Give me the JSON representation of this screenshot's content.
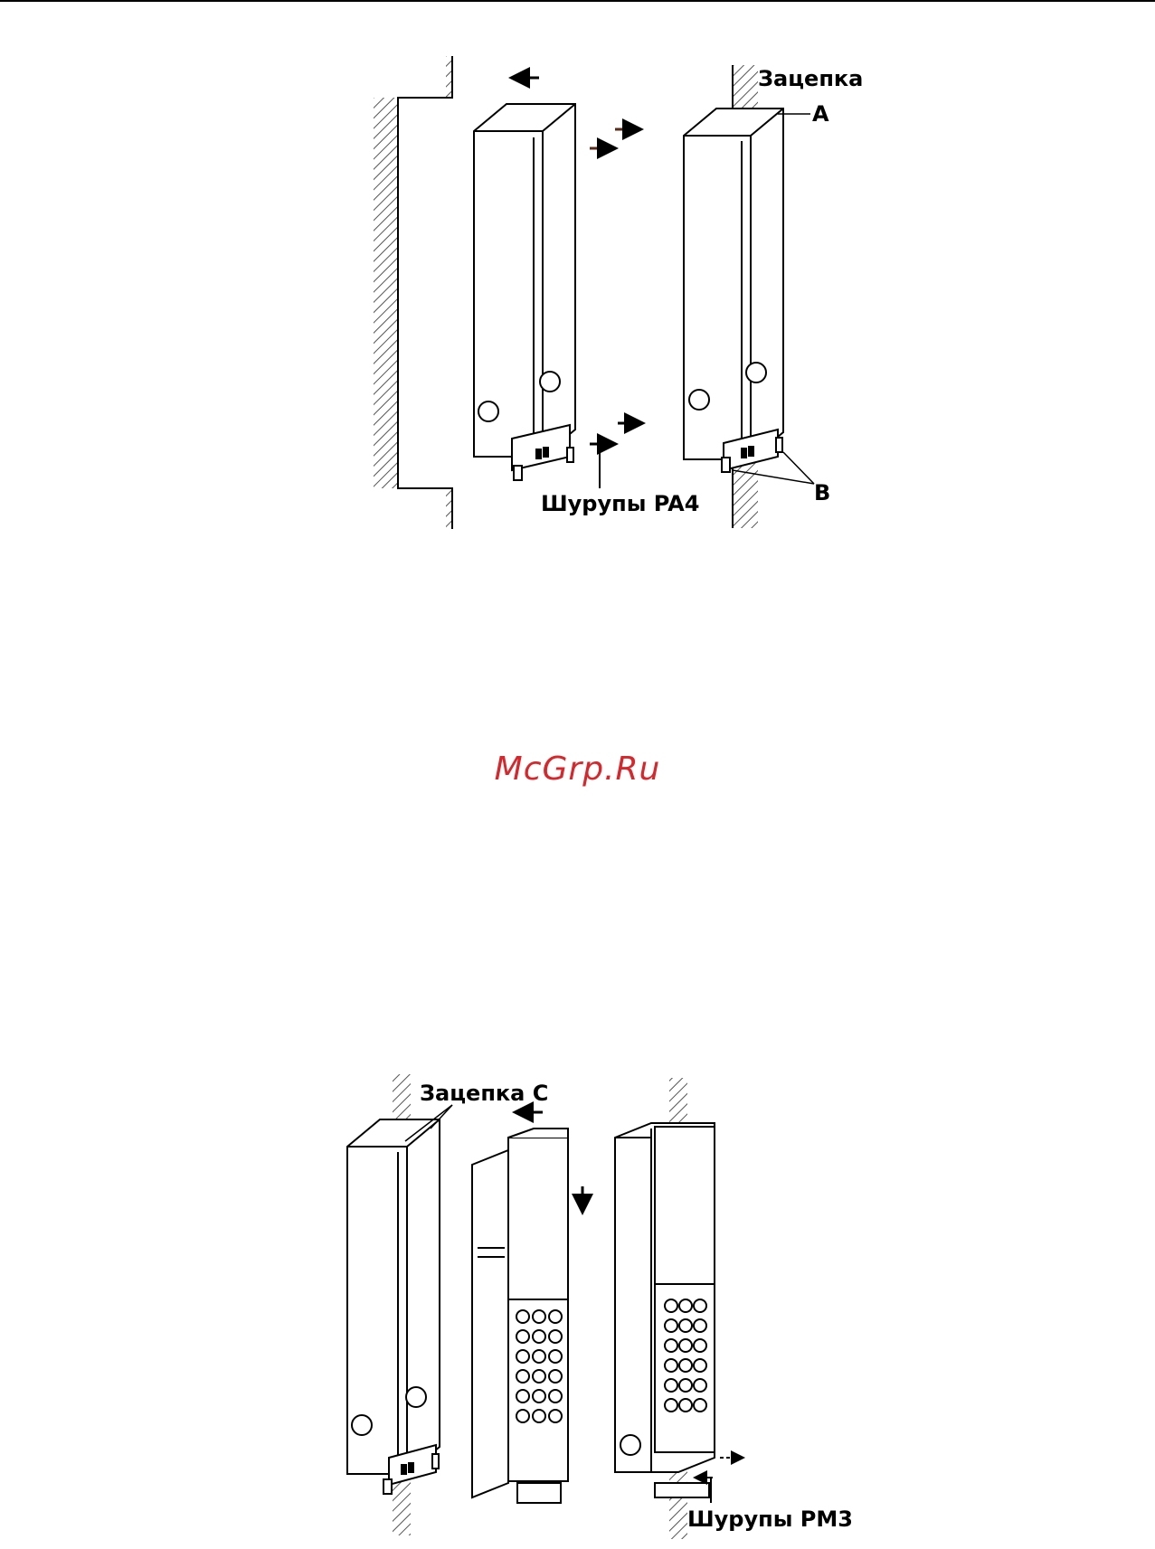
{
  "watermark": "McGrp.Ru",
  "figure1": {
    "label_hook": "Зацепка",
    "label_a": "A",
    "label_b": "B",
    "label_screws": "Шурупы PA4"
  },
  "figure2": {
    "label_hook_c": "Зацепка C",
    "label_screws": "Шурупы PM3"
  }
}
